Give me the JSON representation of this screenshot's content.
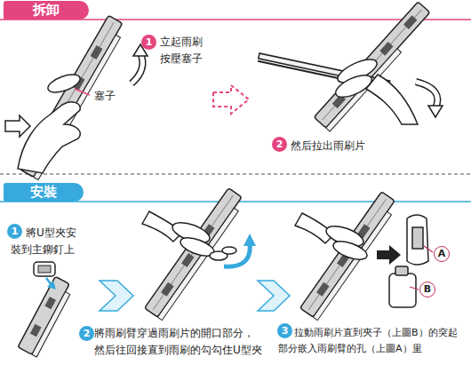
{
  "diagram": {
    "nodes": [
      {
        "text": [
          "拆卸"
        ]
      },
      {
        "text": [
          "1"
        ]
      },
      {
        "text": [
          "2"
        ]
      },
      {
        "text": [
          "安裝"
        ]
      },
      {
        "text": [
          "1"
        ]
      },
      {
        "text": [
          "2"
        ]
      },
      {
        "text": [
          "3"
        ]
      },
      {
        "text": [
          "A"
        ]
      },
      {
        "text": [
          "B"
        ]
      }
    ],
    "labels": [
      "立起雨刷 按壓塞子",
      "塞子",
      "然后拉出雨刷片",
      "將U型夾安 裝到主鉚釘上",
      "將雨刷臂穿過雨刷片的開口部分， 然后往回接直到雨刷的勾勾住U型夾",
      "拉動雨刷片直到夾子（上圖B）的突起 部分嵌入雨刷臂的孔（上圖A）里"
    ]
  }
}
